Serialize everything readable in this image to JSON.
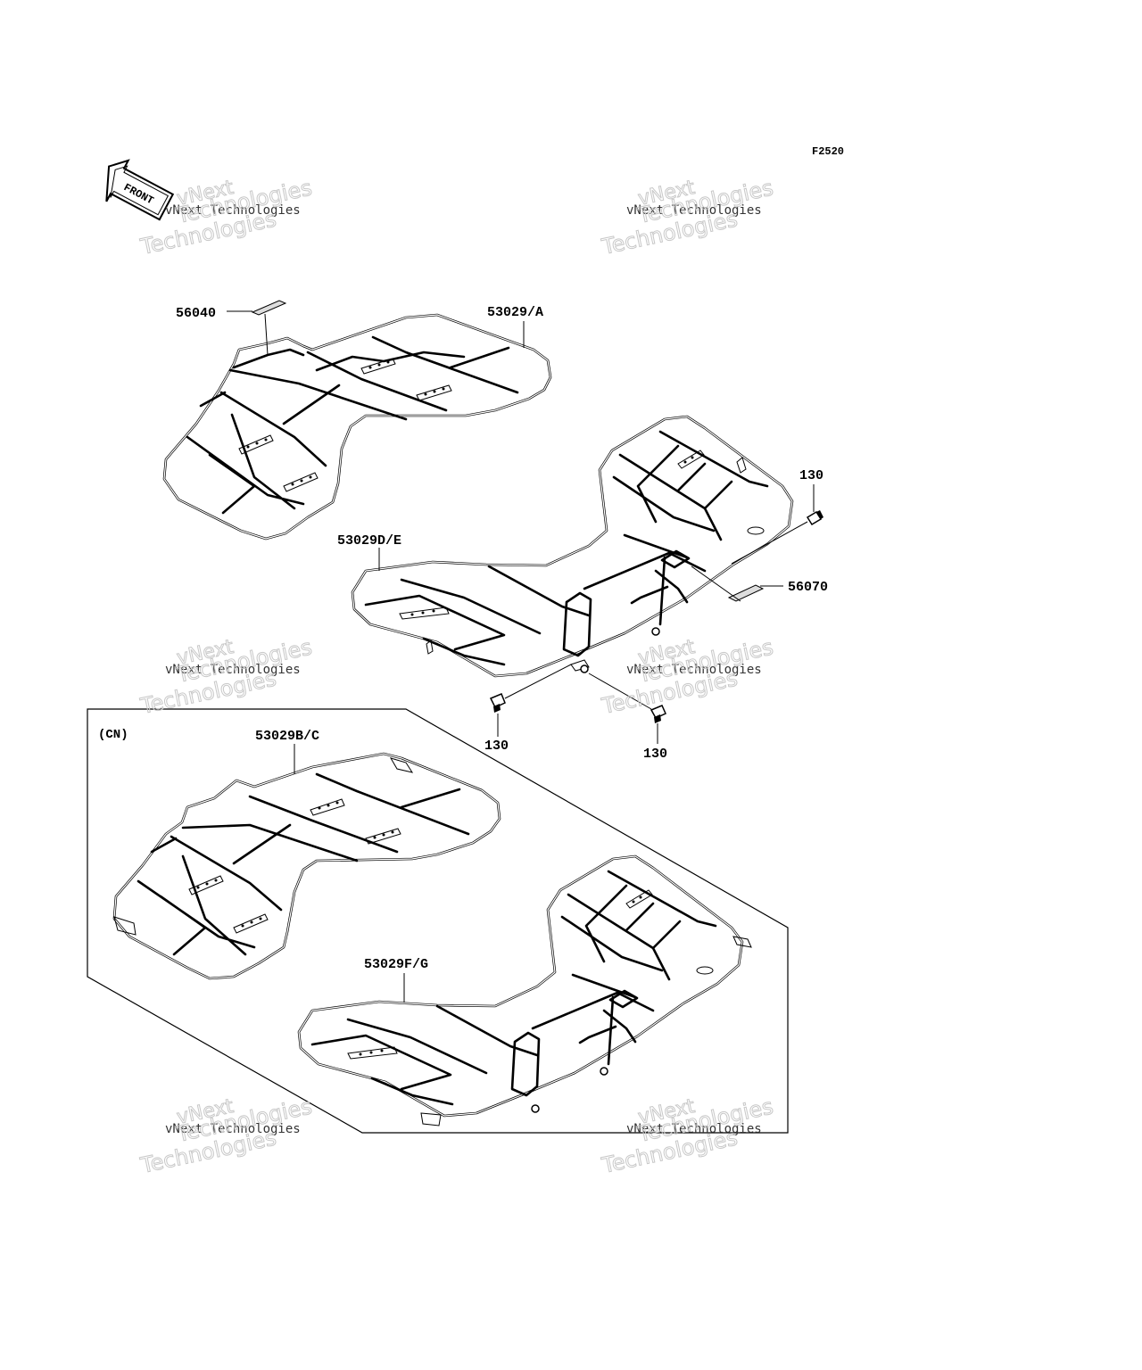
{
  "figure_code": "F2520",
  "front_label": "FRONT",
  "region_label": "(CN)",
  "watermark": {
    "line_small": "vNext Technologies",
    "line_outline_a": "vNext",
    "line_outline_b": "Technologies"
  },
  "callouts": {
    "decal_front": "56040",
    "front_carrier": "53029/A",
    "bolt_top_right": "130",
    "rear_carrier": "53029D/E",
    "decal_rear": "56070",
    "bolt_bottom_left": "130",
    "bolt_bottom_mid": "130",
    "front_carrier_cn": "53029B/C",
    "rear_carrier_cn": "53029F/G"
  }
}
